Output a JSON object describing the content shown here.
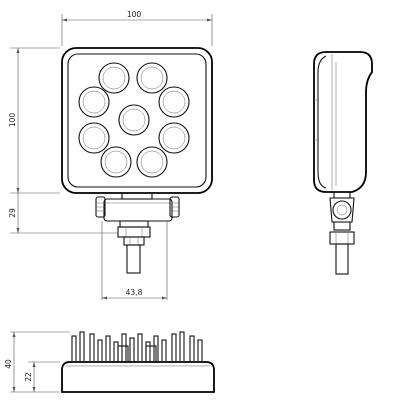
{
  "dimensions": {
    "front_width": "100",
    "front_height": "100",
    "bracket_height": "29",
    "bolt_spacing": "43,8",
    "rear_height": "40",
    "rear_base_height": "22"
  },
  "colors": {
    "line": "#000000",
    "dimension_line": "#555555",
    "background": "#ffffff"
  }
}
